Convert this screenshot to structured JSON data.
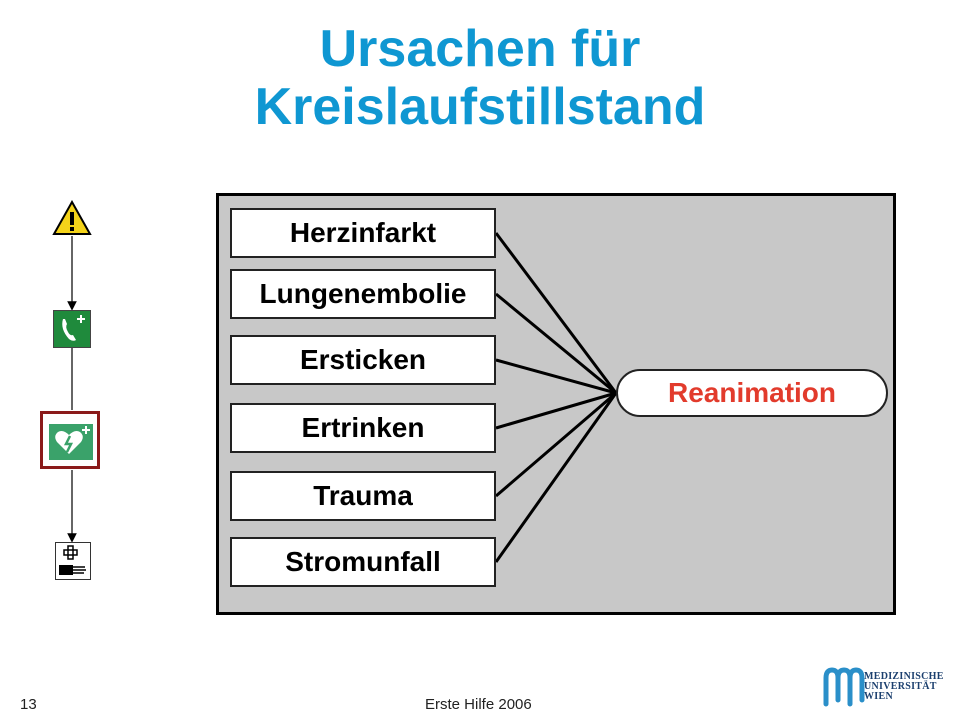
{
  "slide": {
    "title_line1": "Ursachen für",
    "title_line2": "Kreislaufstillstand"
  },
  "chain_icons": [
    "warning-icon",
    "emergency-call-icon",
    "defibrillator-icon",
    "first-aid-icon"
  ],
  "causes": [
    "Herzinfarkt",
    "Lungenembolie",
    "Ersticken",
    "Ertrinken",
    "Trauma",
    "Stromunfall"
  ],
  "result": "Reanimation",
  "footer": {
    "page_number": "13",
    "text": "Erste Hilfe 2006"
  },
  "logo": {
    "line1": "MEDIZINISCHE",
    "line2": "UNIVERSITÄT",
    "line3": "WIEN"
  },
  "colors": {
    "title": "#0f97d2",
    "result_text": "#e23b2c",
    "panel": "#c8c8c8"
  }
}
